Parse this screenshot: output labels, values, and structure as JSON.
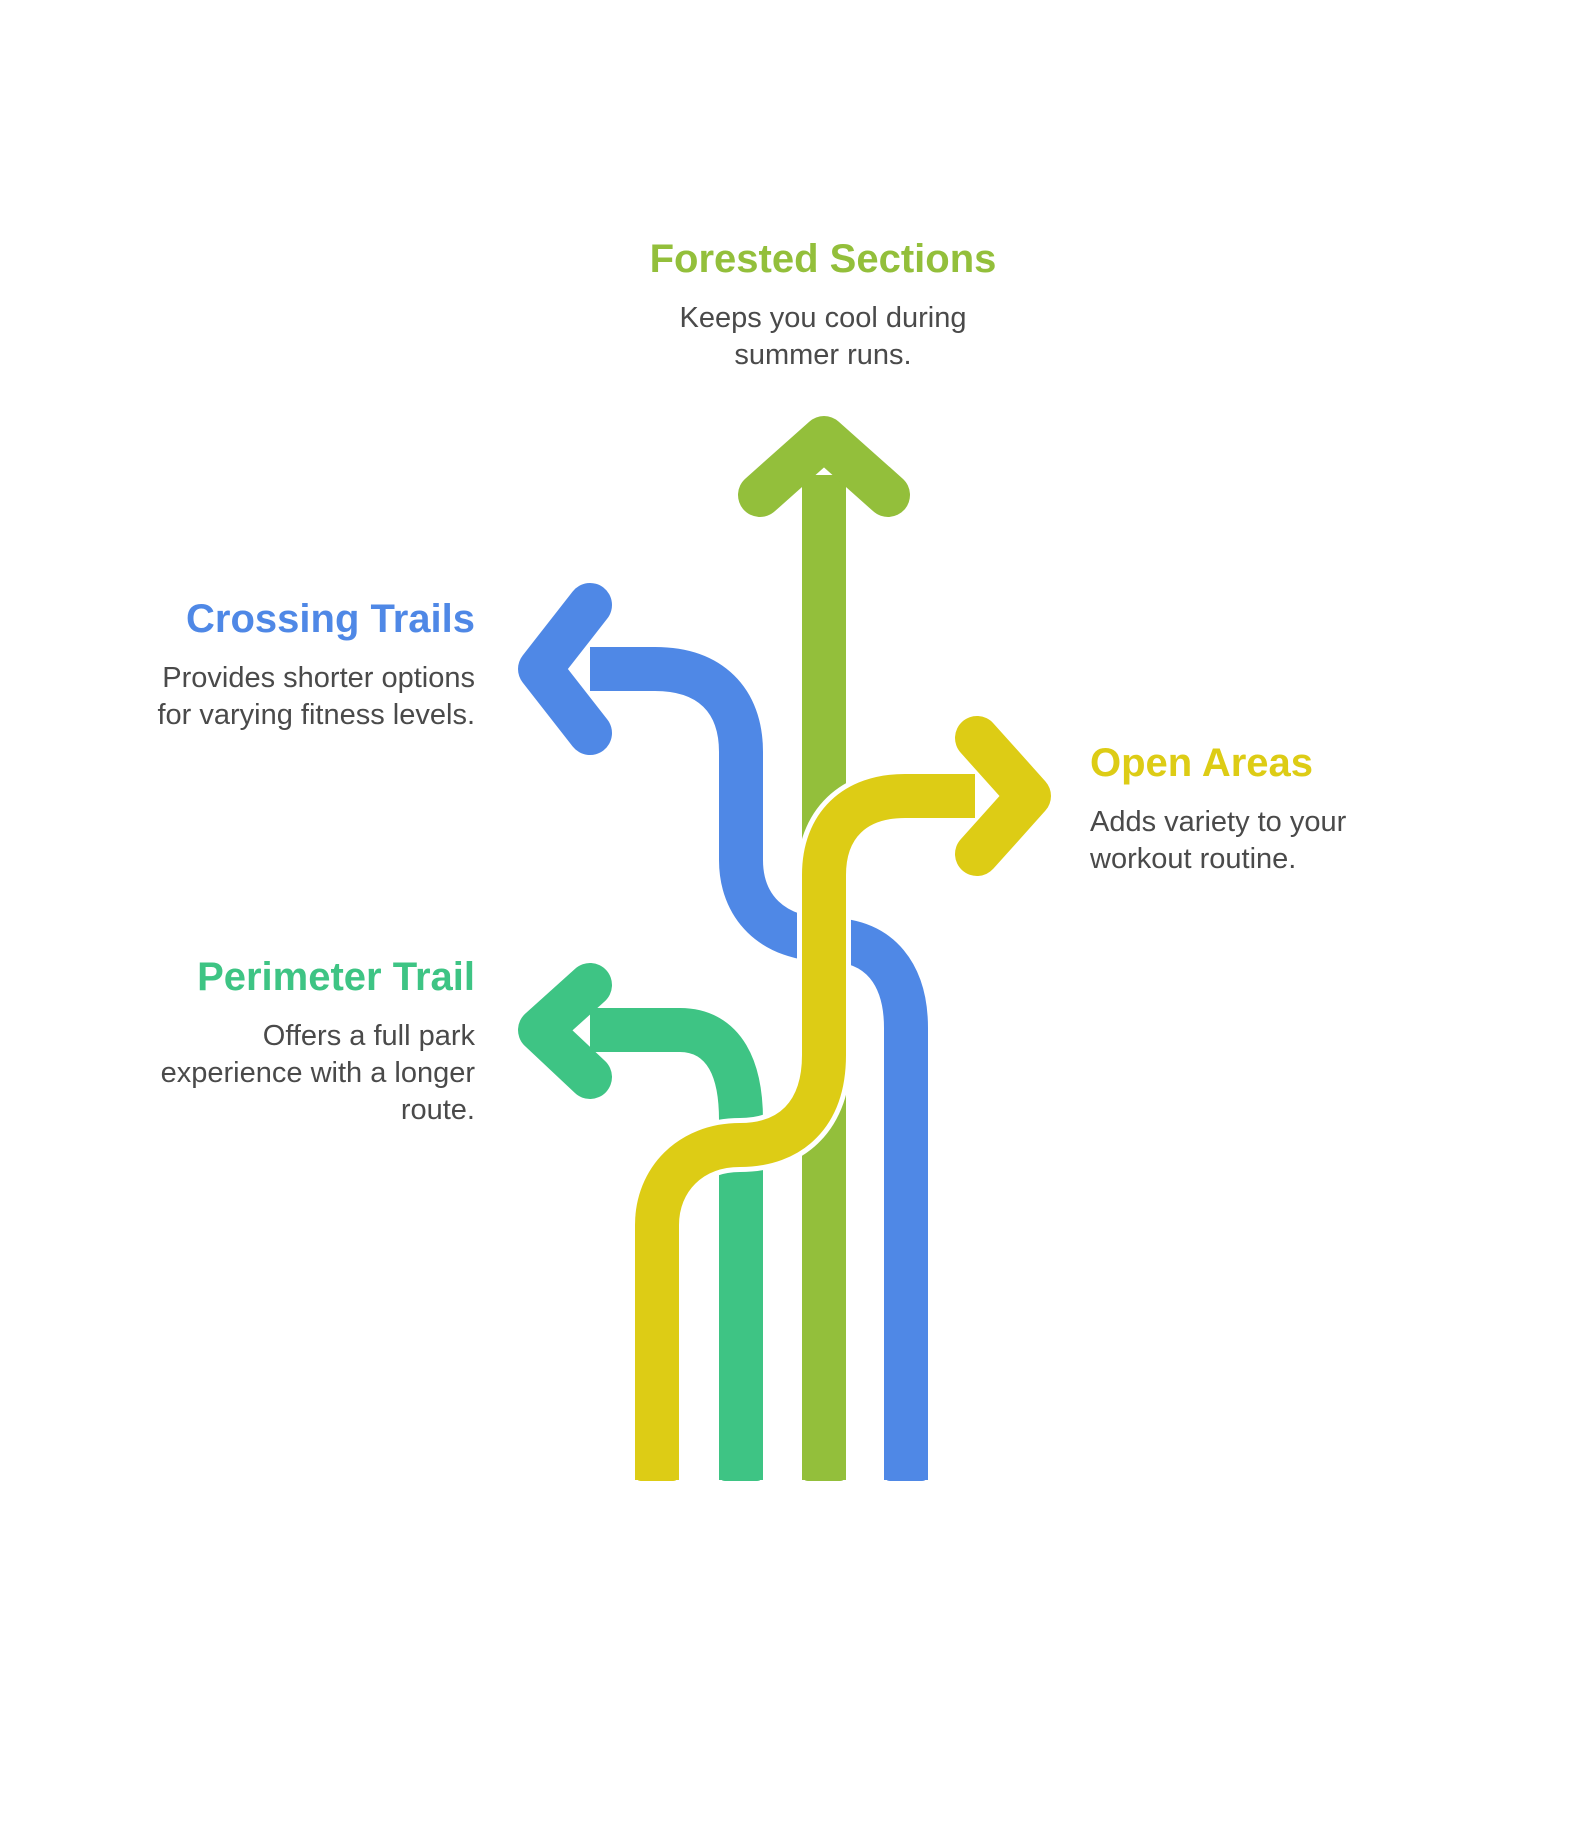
{
  "colors": {
    "forested": "#93BF3B",
    "crossing": "#4F88E6",
    "open": "#DDCC15",
    "perimeter": "#3EC484",
    "description_text": "#4a4a4a",
    "background": "#ffffff"
  },
  "branches": {
    "forested": {
      "title": "Forested Sections",
      "desc_line1": "Keeps you cool during",
      "desc_line2": "summer runs.",
      "icon": "arrow-up-icon"
    },
    "crossing": {
      "title": "Crossing Trails",
      "desc_line1": "Provides shorter options",
      "desc_line2": "for varying fitness levels.",
      "icon": "arrow-left-icon"
    },
    "open": {
      "title": "Open Areas",
      "desc_line1": "Adds variety to your",
      "desc_line2": "workout routine.",
      "icon": "arrow-right-icon"
    },
    "perimeter": {
      "title": "Perimeter Trail",
      "desc_line1": "Offers a full park",
      "desc_line2": "experience with a longer",
      "desc_line3": "route.",
      "icon": "arrow-left-icon"
    }
  }
}
